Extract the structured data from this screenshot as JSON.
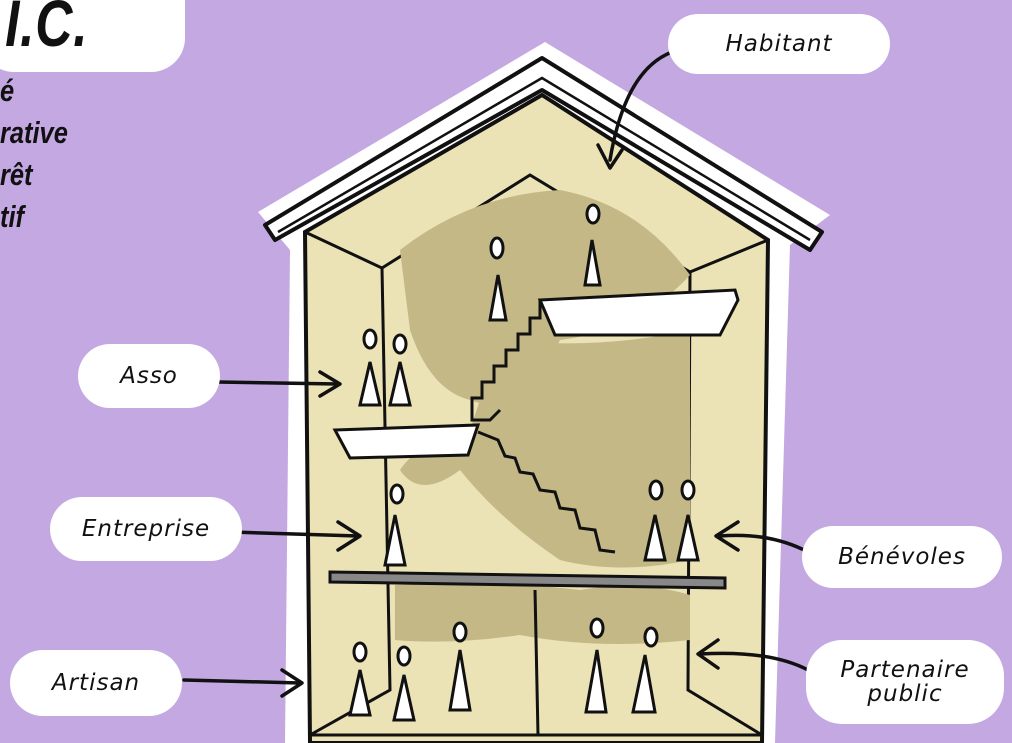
{
  "title": ".I.C.",
  "subtitle_lines": [
    "é",
    "rative",
    "rêt",
    "tif"
  ],
  "labels": {
    "habitant": "Habitant",
    "asso": "Asso",
    "entreprise": "Entreprise",
    "artisan": "Artisan",
    "benevoles": "Bénévoles",
    "partenaire": "Partenaire\npublic"
  },
  "colors": {
    "background": "#c3a8e2",
    "wall_light": "#ebe2b6",
    "wall_dark": "#c3b886",
    "outline": "#111111"
  }
}
